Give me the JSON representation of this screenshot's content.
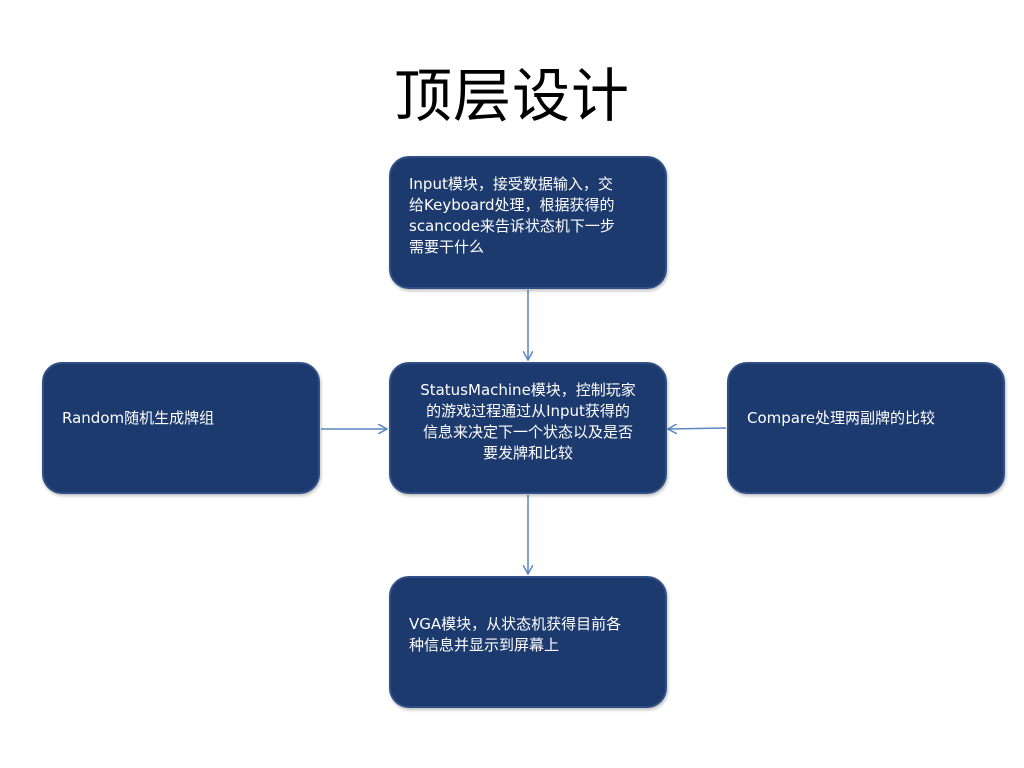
{
  "title": "顶层设计",
  "colors": {
    "node_fill": "#1c3a6e",
    "node_border": "#2f4f86",
    "edge": "#5b86c0",
    "text": "#ffffff"
  },
  "nodes": {
    "input": "Input模块，接受数据输入，交\n给Keyboard处理，根据获得的\nscancode来告诉状态机下一步\n需要干什么",
    "status_machine": "StatusMachine模块，控制玩家\n的游戏过程通过从Input获得的\n信息来决定下一个状态以及是否\n要发牌和比较",
    "random": "Random随机生成牌组",
    "compare": "Compare处理两副牌的比较",
    "vga": "VGA模块，从状态机获得目前各\n种信息并显示到屏幕上"
  }
}
